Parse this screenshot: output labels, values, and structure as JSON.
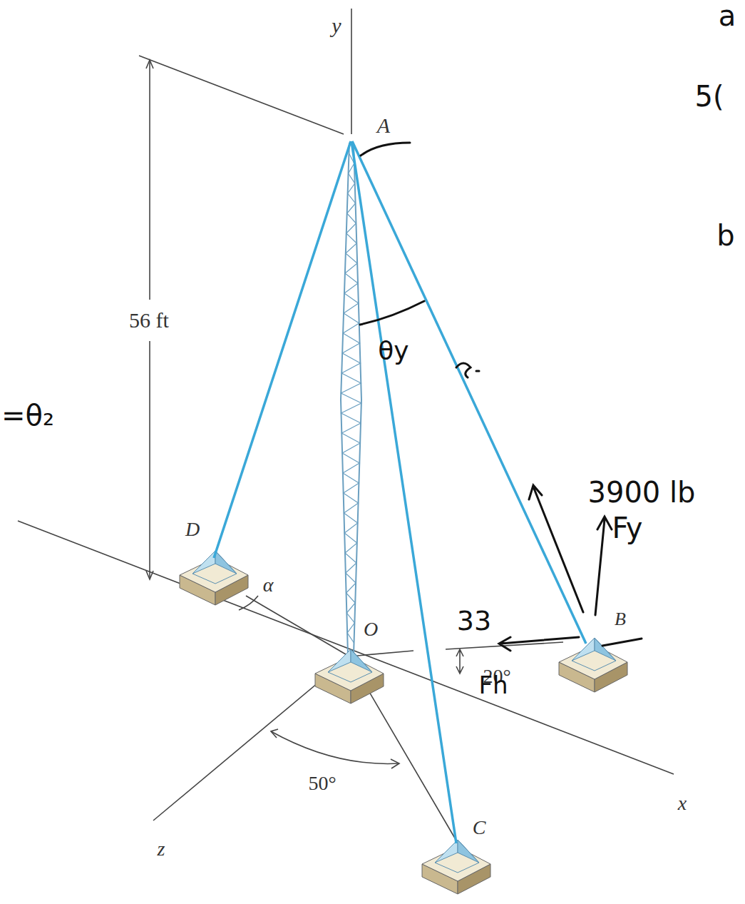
{
  "diagram": {
    "labels": [
      "y",
      "A",
      "56 ft",
      "=θ₂",
      "θy",
      "3900 lb",
      "Fy",
      "D",
      "α",
      "33",
      "B",
      "O",
      "20°",
      "Fh",
      "50°",
      "x",
      "z",
      "C",
      "a",
      "5(",
      "b"
    ]
  }
}
